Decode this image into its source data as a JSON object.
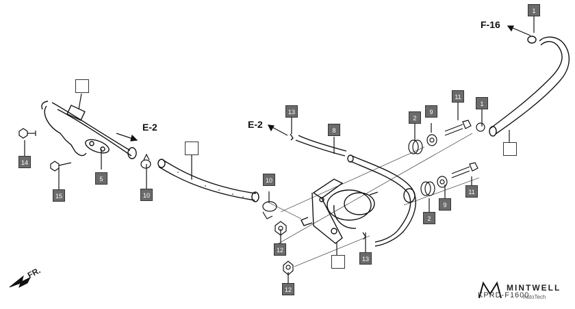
{
  "references": {
    "e2_left": "E-2",
    "e2_mid": "E-2",
    "f16": "F-16"
  },
  "callouts": {
    "c1a": "1",
    "c1b": "1",
    "c2a": "2",
    "c2b": "2",
    "c5": "5",
    "c8": "8",
    "c9a": "9",
    "c9b": "9",
    "c10a": "10",
    "c10b": "10",
    "c11a": "11",
    "c11b": "11",
    "c12a": "12",
    "c12b": "12",
    "c13a": "13",
    "c13b": "13",
    "c14": "14",
    "c15": "15"
  },
  "direction_label": "FR.",
  "diagram_code": "KPRD-F1600",
  "watermark": {
    "brand": "MINTWELL",
    "sub": "AutoTech"
  }
}
